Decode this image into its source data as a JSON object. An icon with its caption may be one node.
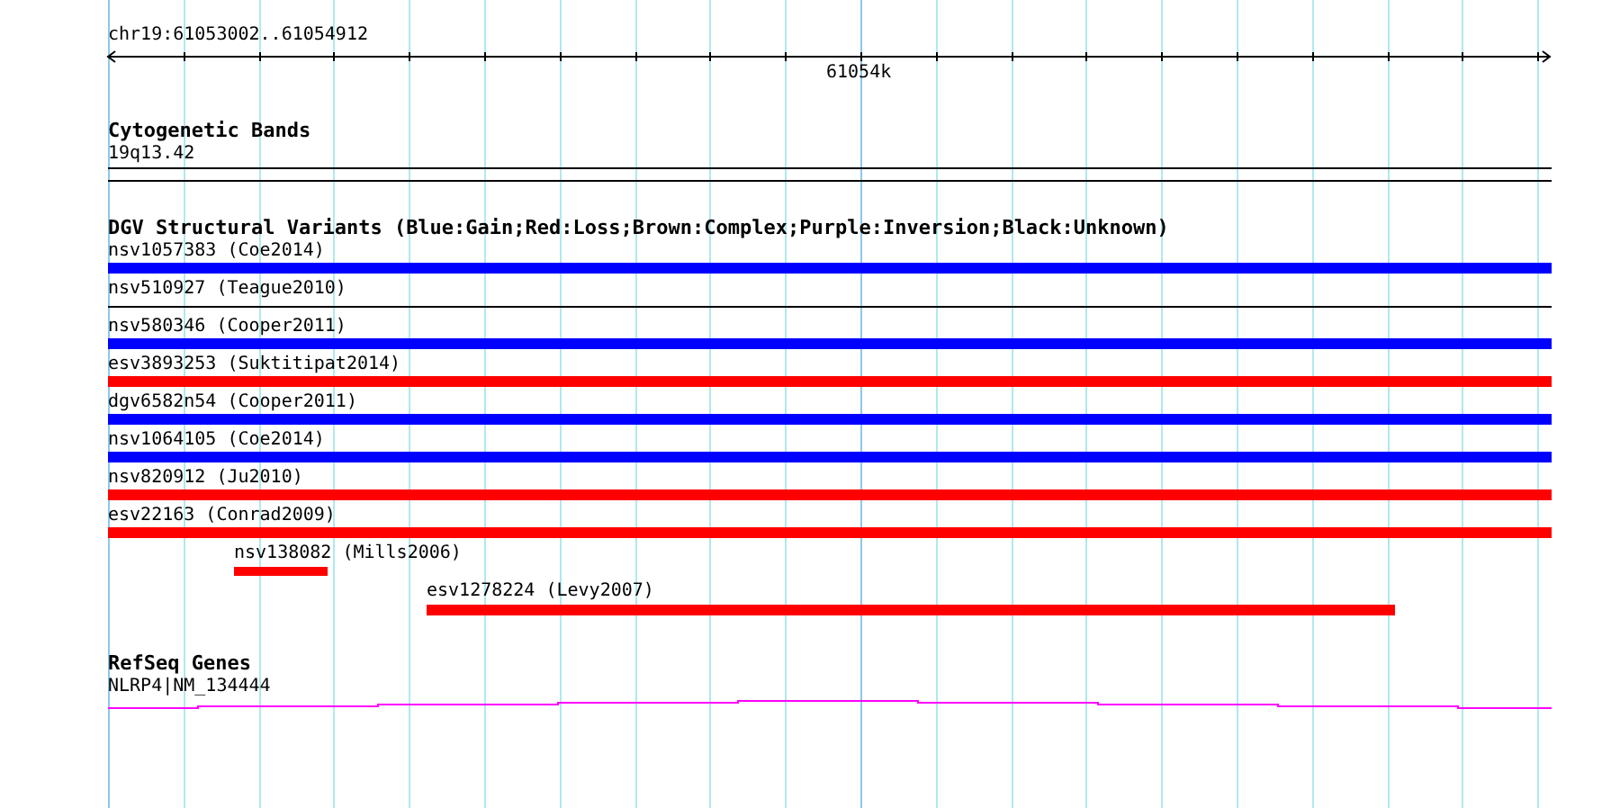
{
  "diagram": {
    "labels": [
      "chr19:61053002..61054912",
      "61054k",
      "Cytogenetic Bands",
      "19q13.42",
      "DGV Structural Variants (Blue:Gain;Red:Loss;Brown:Complex;Purple:Inversion;Black:Unknown)",
      "nsv1057383 (Coe2014)",
      "nsv510927 (Teague2010)",
      "nsv580346 (Cooper2011)",
      "esv3893253 (Suktitipat2014)",
      "dgv6582n54 (Cooper2011)",
      "nsv1064105 (Coe2014)",
      "nsv820912 (Ju2010)",
      "esv22163 (Conrad2009)",
      "nsv138082 (Mills2006)",
      "esv1278224 (Levy2007)",
      "RefSeq Genes",
      "NLRP4|NM_134444"
    ]
  }
}
